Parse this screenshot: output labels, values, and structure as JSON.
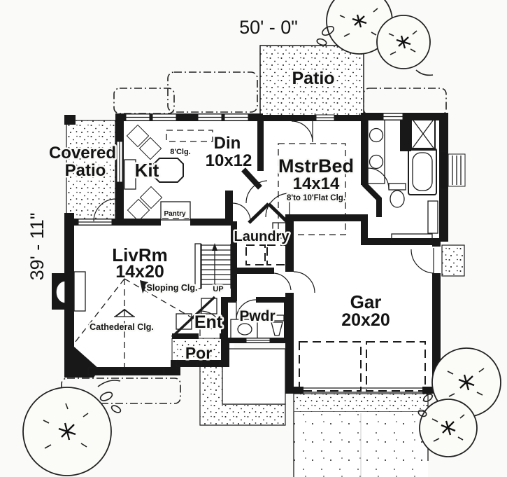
{
  "drawing_title": "First floor house plan",
  "colors": {
    "ink": "#1c1c1c",
    "paper": "#fafaf8",
    "wall": "#181818"
  },
  "dimensions": {
    "width_label": "50' - 0\"",
    "height_label": "39' - 11\""
  },
  "rooms": {
    "patio": {
      "label": "Patio"
    },
    "covered_patio": {
      "label_line1": "Covered",
      "label_line2": "Patio"
    },
    "kitchen": {
      "label": "Kit",
      "ceiling": "8'Clg.",
      "pantry": "Pantry"
    },
    "dining": {
      "label": "Din",
      "size": "10x12"
    },
    "master_bedroom": {
      "label": "MstrBed",
      "size": "14x14",
      "ceiling": "8'to 10'Flat Clg."
    },
    "laundry": {
      "label": "Laundry"
    },
    "living_room": {
      "label": "LivRm",
      "size": "14x20",
      "note_sloping": "Sloping Clg.",
      "note_cathedral": "Cathederal Clg."
    },
    "garage": {
      "label": "Gar",
      "size": "20x20"
    },
    "entry": {
      "label": "Ent"
    },
    "powder": {
      "label": "Pwdr"
    },
    "porch": {
      "label": "Por"
    }
  },
  "stairs": {
    "direction_label": "UP"
  }
}
